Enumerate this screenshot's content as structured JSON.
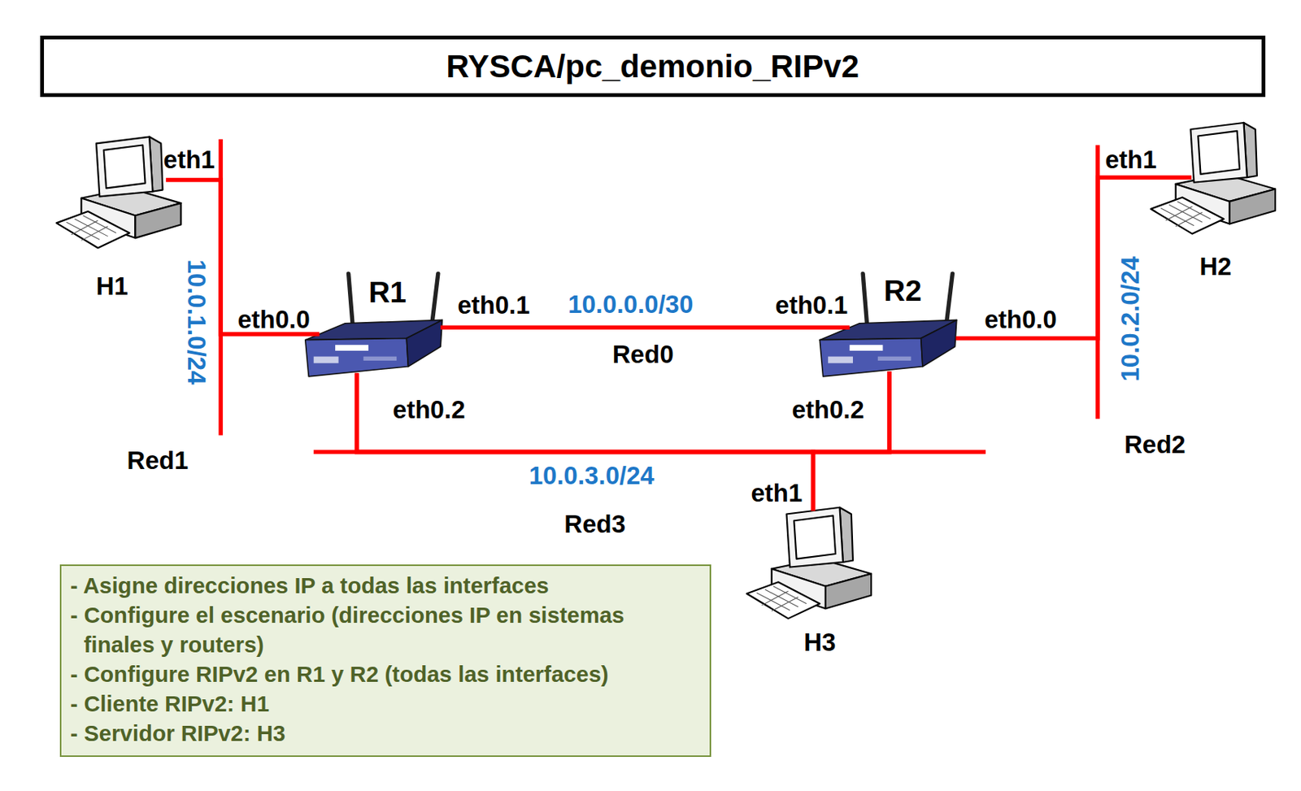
{
  "diagram": {
    "title": "RYSCA/pc_demonio_RIPv2",
    "nodes": [
      {
        "text": [
          "H1"
        ]
      },
      {
        "text": [
          "H2"
        ]
      },
      {
        "text": [
          "R1"
        ]
      },
      {
        "text": [
          "R2"
        ]
      },
      {
        "text": [
          "H3"
        ]
      },
      {
        "text": [
          "- Asigne direcciones IP a todas las interfaces",
          "- Configure el escenario (direcciones IP en sistemas finales y routers)",
          "- Configure RIPv2 en R1 y R2 (todas las interfaces)",
          "- Cliente RIPv2: H1",
          "- Servidor RIPv2: H3"
        ]
      }
    ],
    "edges": [
      {
        "from": 0,
        "to": 2,
        "arrow": "none"
      },
      {
        "from": 2,
        "to": 3,
        "arrow": "none"
      },
      {
        "from": 3,
        "to": 1,
        "arrow": "none"
      },
      {
        "from": 2,
        "to": 3,
        "arrow": "none"
      },
      {
        "from": 2,
        "to": 4,
        "arrow": "none"
      },
      {
        "from": 3,
        "to": 4,
        "arrow": "none"
      }
    ],
    "labels": [
      "eth1",
      "10.0.1.0/24",
      "Red1",
      "eth0.0",
      "eth0.1",
      "10.0.0.0/30",
      "Red0",
      "eth0.2",
      "eth0.1",
      "eth0.0",
      "eth0.2",
      "eth1",
      "10.0.2.0/24",
      "Red2",
      "10.0.3.0/24",
      "Red3",
      "eth1"
    ]
  }
}
